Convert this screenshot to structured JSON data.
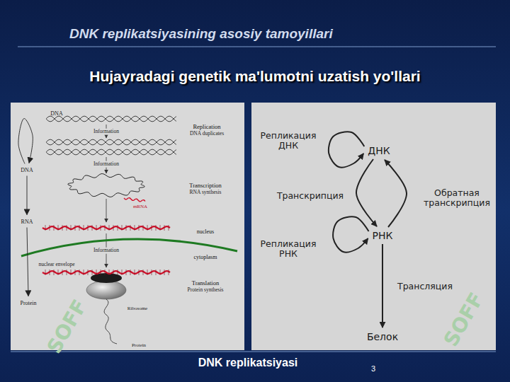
{
  "diagram": {
    "title": "DNK replikatsiyasining asosiy tamoyillari",
    "caption": "DNK replikatsiyasi",
    "nodes": [
      {
        "text": [
          "DNA"
        ]
      },
      {
        "text": [
          "RNA"
        ]
      },
      {
        "text": [
          "Protein"
        ]
      },
      {
        "text": [
          "ДНК"
        ]
      },
      {
        "text": [
          "РНК"
        ]
      },
      {
        "text": [
          "Белок"
        ]
      }
    ],
    "edges": [
      {
        "from": 0,
        "to": 0,
        "arrow": "to"
      },
      {
        "from": 0,
        "to": 1,
        "arrow": "to"
      },
      {
        "from": 1,
        "to": 2,
        "arrow": "to"
      },
      {
        "from": 3,
        "to": 3,
        "label": "Репликация ДНК",
        "arrow": "to"
      },
      {
        "from": 3,
        "to": 4,
        "label": "Транскрипция",
        "arrow": "to"
      },
      {
        "from": 4,
        "to": 3,
        "label": "Обратная транскрипция",
        "arrow": "to"
      },
      {
        "from": 4,
        "to": 4,
        "label": "Репликация РНК",
        "arrow": "to"
      },
      {
        "from": 4,
        "to": 5,
        "label": "Трансляция",
        "arrow": "to"
      }
    ],
    "labels": [
      "DNA",
      "Information",
      "Replication",
      "DNA duplicates",
      "Information",
      "Transcription",
      "RNA synthesis",
      "mRNA",
      "nucleus",
      "cytoplasm",
      "nuclear envelope",
      "Information",
      "Translation",
      "Protein synthesis",
      "Ribosome",
      "Protein",
      "Hujayradagi genetik ma'lumotni uzatish yo'llari",
      "SOFF",
      "SOFF",
      "3"
    ]
  }
}
